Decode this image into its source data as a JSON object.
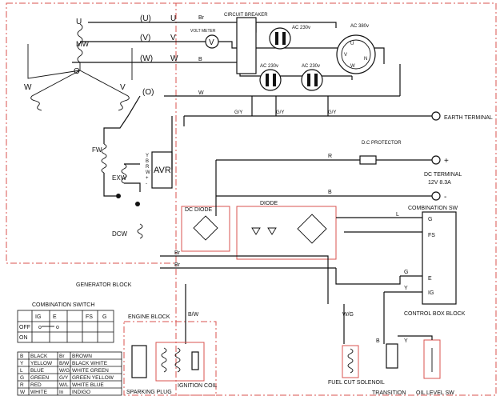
{
  "phases": [
    {
      "terminal": "(U)",
      "wire": "U"
    },
    {
      "terminal": "(V)",
      "wire": "V"
    },
    {
      "terminal": "(W)",
      "wire": "W"
    },
    {
      "terminal": "(O)",
      "wire": "O"
    }
  ],
  "coil_labels": {
    "u": "U",
    "mw": "MW",
    "w": "W",
    "v": "V",
    "o": "O",
    "fw": "FW",
    "exw": "EXW",
    "dcw": "DCW"
  },
  "avr_label": "AVR",
  "avr_pins": [
    "Y",
    "B",
    "R",
    "W",
    "+",
    "-"
  ],
  "wire_tags": {
    "br": "Br",
    "b": "B",
    "w": "W",
    "gy1": "G/Y",
    "gy2": "G/Y",
    "gy3": "G/Y",
    "r": "R",
    "l": "L",
    "g": "G",
    "y": "Y",
    "bw": "B/W",
    "wg": "W/G",
    "br2": "Br",
    "br3": "Br",
    "b2": "B",
    "y2": "Y",
    "w2": "W",
    "b3": "B",
    "y3": "Y"
  },
  "volt_meter": {
    "label": "VOLT METER",
    "symbol": "V"
  },
  "circuit_breaker": "CIRCUIT BREAKER",
  "outlets": {
    "ac230a": "AC 230v",
    "ac230b": "AC 230v",
    "ac230c": "AC 230v",
    "ac380": "AC 380v"
  },
  "outlet380_pins": [
    "U",
    "V",
    "W",
    "N"
  ],
  "earth": "EARTH\nTERMINAL",
  "dc_protector": "D.C\nPROTECTOR",
  "dc_terminal": {
    "label": "DC TERMINAL",
    "rating": "12V 8.3A",
    "plus": "+",
    "minus": "-"
  },
  "dc_diode": "DC DIODE",
  "diode": "DIODE",
  "combination_sw": {
    "title": "COMBINATION SW",
    "pins": [
      "G",
      "FS",
      "E",
      "IG"
    ]
  },
  "blocks": {
    "generator": "GENERATOR BLOCK",
    "engine": "ENGINE BLOCK",
    "control_box": "CONTROL BOX BLOCK"
  },
  "components": {
    "spark": "SPARKING PLUG",
    "ignition": "IGNITION COIL",
    "fuel": "FUEL CUT\nSOLENOIL",
    "transition": "TRANSITION",
    "oil": "OIL LEVEL SW"
  },
  "combo_table": {
    "title": "COMBINATION SWITCH",
    "headers": [
      "",
      "IG",
      "E",
      "",
      "FS",
      "G"
    ],
    "rows": [
      {
        "label": "OFF",
        "cells": [
          "o",
          "o",
          "",
          "",
          ""
        ]
      },
      {
        "label": "ON",
        "cells": [
          "",
          "",
          "",
          "",
          ""
        ]
      }
    ]
  },
  "color_legend": [
    [
      "B",
      "BLACK",
      "Br",
      "BROWN"
    ],
    [
      "Y",
      "YELLOW",
      "B/W",
      "BLACK WHITE"
    ],
    [
      "L",
      "BLUE",
      "W/G",
      "WHITE GREEN"
    ],
    [
      "G",
      "GREEN",
      "G/Y",
      "GREEN YELLOW"
    ],
    [
      "R",
      "RED",
      "W/L",
      "WHITE BLUE"
    ],
    [
      "W",
      "WHITE",
      "In",
      "INDIGO"
    ]
  ]
}
